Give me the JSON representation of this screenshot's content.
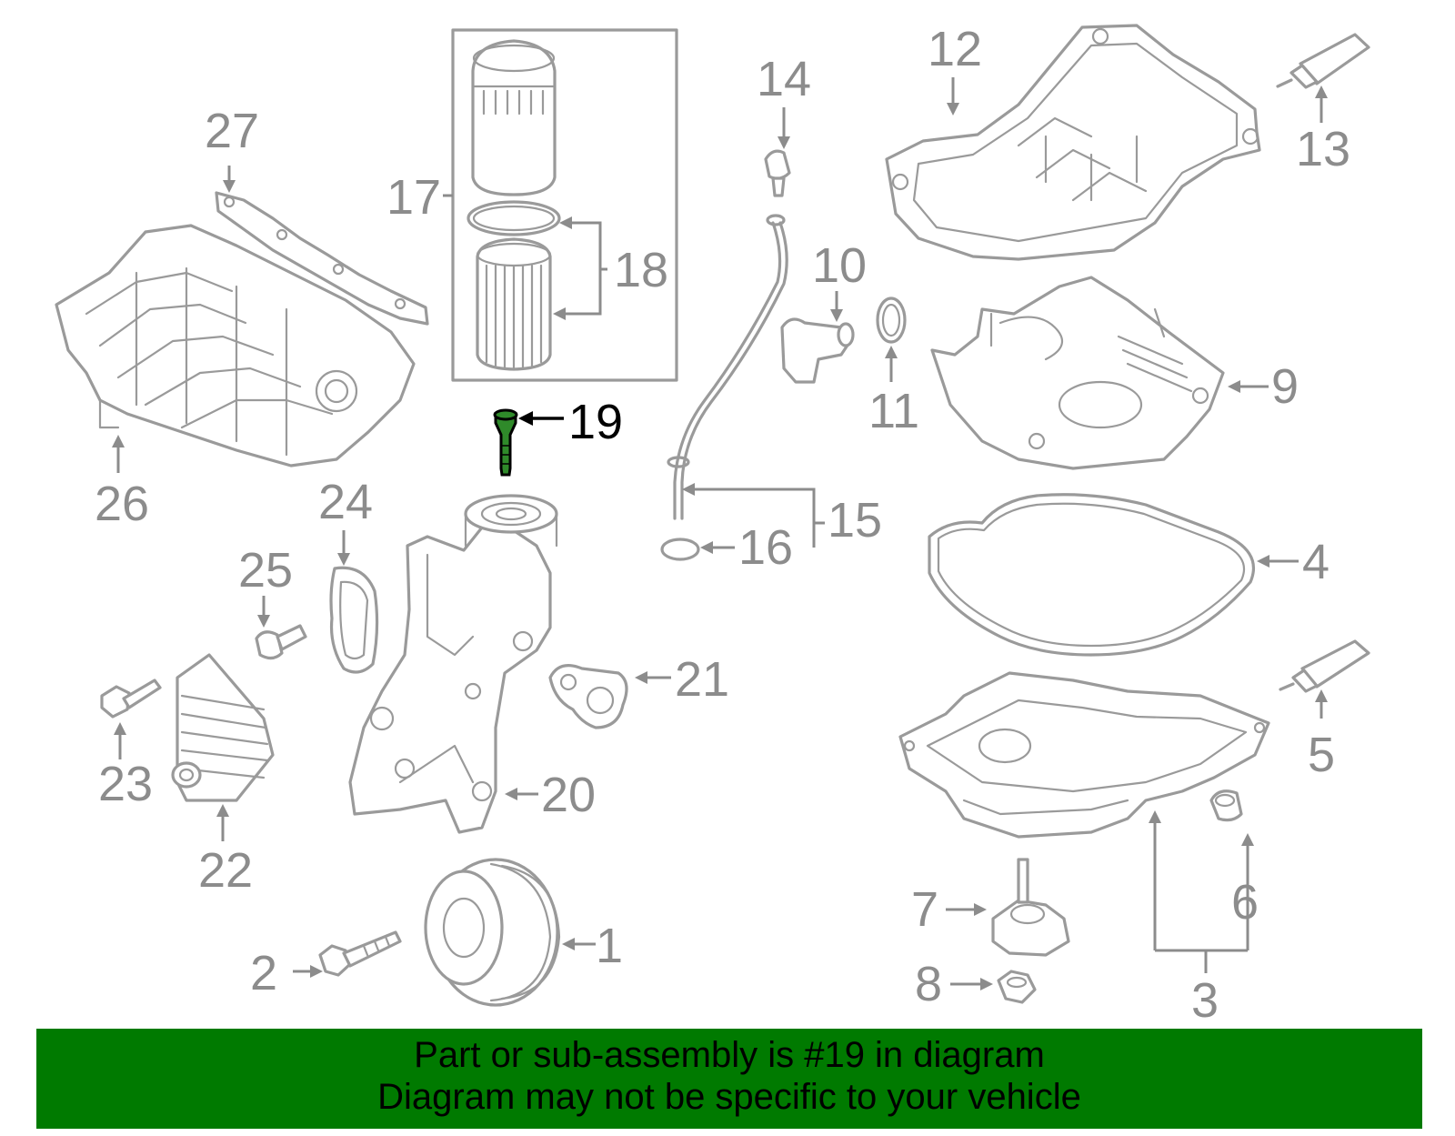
{
  "highlight_color": "#2f8a2a",
  "banner_color": "#007a00",
  "callouts": {
    "c1": "1",
    "c2": "2",
    "c3": "3",
    "c4": "4",
    "c5": "5",
    "c6": "6",
    "c7": "7",
    "c8": "8",
    "c9": "9",
    "c10": "10",
    "c11": "11",
    "c12": "12",
    "c13": "13",
    "c14": "14",
    "c15": "15",
    "c16": "16",
    "c17": "17",
    "c18": "18",
    "c19": "19",
    "c20": "20",
    "c21": "21",
    "c22": "22",
    "c23": "23",
    "c24": "24",
    "c25": "25",
    "c26": "26",
    "c27": "27"
  },
  "banner": {
    "line1": "Part or sub-assembly is #19 in diagram",
    "line2": "Diagram may not be specific to your vehicle"
  }
}
